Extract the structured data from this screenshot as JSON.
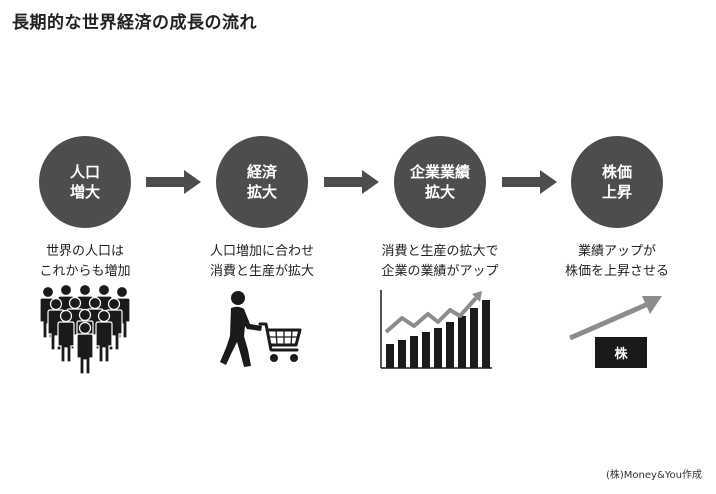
{
  "title": "長期的な世界経済の成長の流れ",
  "steps": [
    {
      "circle": [
        "人口",
        "増大"
      ],
      "desc": [
        "世界の人口は",
        "これからも増加"
      ],
      "icon": "crowd-icon"
    },
    {
      "circle": [
        "経済",
        "拡大"
      ],
      "desc": [
        "人口増加に合わせ",
        "消費と生産が拡大"
      ],
      "icon": "shopping-cart-icon"
    },
    {
      "circle": [
        "企業業績",
        "拡大"
      ],
      "desc": [
        "消費と生産の拡大で",
        "企業の業績がアップ"
      ],
      "icon": "rising-bar-chart-icon"
    },
    {
      "circle": [
        "株価",
        "上昇"
      ],
      "desc": [
        "業績アップが",
        "株価を上昇させる"
      ],
      "icon": "rising-arrow-icon",
      "box_label": "株"
    }
  ],
  "credit": "(株)Money&You作成",
  "colors": {
    "circle": "#4d4d4d",
    "arrow": "#4d4d4d",
    "text": "#222222",
    "trend": "#8c8c8c",
    "dark": "#1a1a1a"
  }
}
